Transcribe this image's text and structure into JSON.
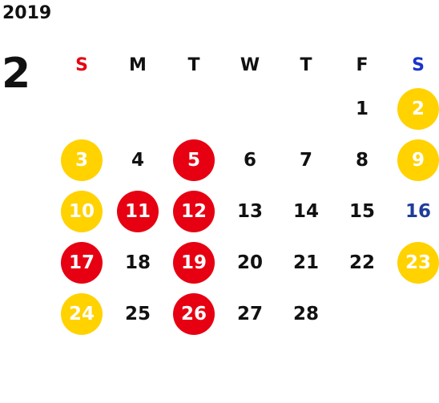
{
  "calendar": {
    "year": "2019",
    "month": "2",
    "weekdays": [
      {
        "label": "S",
        "color": "#e60012"
      },
      {
        "label": "M",
        "color": "#111111"
      },
      {
        "label": "T",
        "color": "#111111"
      },
      {
        "label": "W",
        "color": "#111111"
      },
      {
        "label": "T",
        "color": "#111111"
      },
      {
        "label": "F",
        "color": "#111111"
      },
      {
        "label": "S",
        "color": "#1a33cc"
      }
    ],
    "colors": {
      "weekend_bg": "#ffd200",
      "holiday_bg": "#e60012",
      "circled_text": "#ffffff",
      "normal_text": "#111111",
      "saturday_text": "#1f3d99"
    },
    "weeks": [
      [
        {
          "day": ""
        },
        {
          "day": ""
        },
        {
          "day": ""
        },
        {
          "day": ""
        },
        {
          "day": ""
        },
        {
          "day": "1",
          "style": "normal"
        },
        {
          "day": "2",
          "style": "weekend"
        }
      ],
      [
        {
          "day": "3",
          "style": "weekend"
        },
        {
          "day": "4",
          "style": "normal"
        },
        {
          "day": "5",
          "style": "holiday"
        },
        {
          "day": "6",
          "style": "normal"
        },
        {
          "day": "7",
          "style": "normal"
        },
        {
          "day": "8",
          "style": "normal"
        },
        {
          "day": "9",
          "style": "weekend"
        }
      ],
      [
        {
          "day": "10",
          "style": "weekend"
        },
        {
          "day": "11",
          "style": "holiday"
        },
        {
          "day": "12",
          "style": "holiday"
        },
        {
          "day": "13",
          "style": "normal"
        },
        {
          "day": "14",
          "style": "normal"
        },
        {
          "day": "15",
          "style": "normal"
        },
        {
          "day": "16",
          "style": "saturday"
        }
      ],
      [
        {
          "day": "17",
          "style": "holiday"
        },
        {
          "day": "18",
          "style": "normal"
        },
        {
          "day": "19",
          "style": "holiday"
        },
        {
          "day": "20",
          "style": "normal"
        },
        {
          "day": "21",
          "style": "normal"
        },
        {
          "day": "22",
          "style": "normal"
        },
        {
          "day": "23",
          "style": "weekend"
        }
      ],
      [
        {
          "day": "24",
          "style": "weekend"
        },
        {
          "day": "25",
          "style": "normal"
        },
        {
          "day": "26",
          "style": "holiday"
        },
        {
          "day": "27",
          "style": "normal"
        },
        {
          "day": "28",
          "style": "normal"
        },
        {
          "day": ""
        },
        {
          "day": ""
        }
      ]
    ]
  }
}
